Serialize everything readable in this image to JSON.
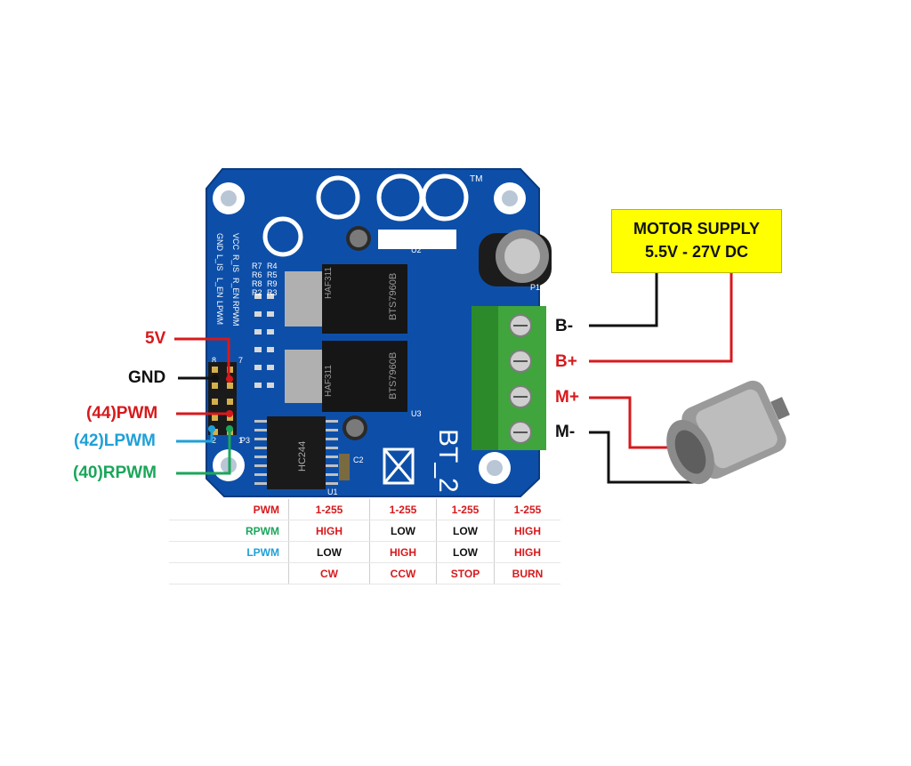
{
  "board": {
    "model": "BT_2",
    "silk_left": [
      "GND",
      "L_IS",
      "L_EN",
      "LPWM"
    ],
    "silk_right": [
      "VCC",
      "R_IS",
      "R_EN",
      "RPWM"
    ],
    "resistors_a": [
      "R7",
      "R6",
      "R8",
      "R2"
    ],
    "resistors_b": [
      "R4",
      "R5",
      "R9",
      "R3"
    ],
    "chip_marking": "BTS7960B",
    "chip_code": "HAF311",
    "pin_top": "8",
    "pin_top2": "7",
    "pin_bottom": "2",
    "pin_bottom2": "1",
    "ref_u1": "U1",
    "ref_u2": "U2",
    "ref_u3": "U3",
    "ref_c2": "C2",
    "ref_p1": "P1",
    "ref_p3": "P3",
    "ic_text": "HC244",
    "tm": "TM"
  },
  "pin_labels": [
    {
      "text": "5V",
      "color": "#d7191c"
    },
    {
      "text": "GND",
      "color": "#111111"
    },
    {
      "text": "(44)PWM",
      "color": "#d7191c"
    },
    {
      "text": "(42)LPWM",
      "color": "#1fa0d8"
    },
    {
      "text": "(40)RPWM",
      "color": "#1aa65a"
    }
  ],
  "terminal_labels": [
    {
      "text": "B-",
      "color": "#111111"
    },
    {
      "text": "B+",
      "color": "#d7191c"
    },
    {
      "text": "M+",
      "color": "#d7191c"
    },
    {
      "text": "M-",
      "color": "#111111"
    }
  ],
  "supply": {
    "line1": "MOTOR SUPPLY",
    "line2": "5.5V - 27V DC"
  },
  "truth_table": {
    "row_headers": [
      {
        "text": "PWM",
        "color": "#d7191c"
      },
      {
        "text": "RPWM",
        "color": "#1aa65a"
      },
      {
        "text": "LPWM",
        "color": "#1fa0d8"
      },
      {
        "text": "",
        "color": "#111111"
      }
    ],
    "rows": [
      [
        {
          "t": "1-255",
          "c": "#d7191c"
        },
        {
          "t": "1-255",
          "c": "#d7191c"
        },
        {
          "t": "1-255",
          "c": "#d7191c"
        },
        {
          "t": "1-255",
          "c": "#d7191c"
        }
      ],
      [
        {
          "t": "HIGH",
          "c": "#d7191c"
        },
        {
          "t": "LOW",
          "c": "#111111"
        },
        {
          "t": "LOW",
          "c": "#111111"
        },
        {
          "t": "HIGH",
          "c": "#d7191c"
        }
      ],
      [
        {
          "t": "LOW",
          "c": "#111111"
        },
        {
          "t": "HIGH",
          "c": "#d7191c"
        },
        {
          "t": "LOW",
          "c": "#111111"
        },
        {
          "t": "HIGH",
          "c": "#d7191c"
        }
      ],
      [
        {
          "t": "CW",
          "c": "#d7191c"
        },
        {
          "t": "CCW",
          "c": "#d7191c"
        },
        {
          "t": "STOP",
          "c": "#d7191c"
        },
        {
          "t": "BURN",
          "c": "#d7191c"
        }
      ]
    ]
  },
  "colors": {
    "pcb": "#0d4fa8",
    "terminal": "#3fa53c",
    "red_wire": "#d7191c",
    "black_wire": "#111111"
  }
}
